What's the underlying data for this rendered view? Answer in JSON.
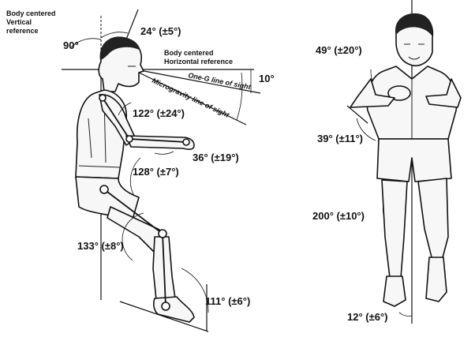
{
  "side_view": {
    "body_vertical_reference": [
      "Body centered",
      "Vertical",
      "reference"
    ],
    "body_horizontal_reference": [
      "Body centered",
      "Horizontal reference"
    ],
    "one_g_line_of_sight": "One-G line of sight",
    "microgravity_line_of_sight": "Microgravity line of sight",
    "angles": {
      "head_vertical": "90°",
      "neck_tilt": "24° (±5°)",
      "line_of_sight": "10°",
      "shoulder": "122° (±24°)",
      "elbow": "36° (±19°)",
      "hip": "128° (±7°)",
      "knee": "133° (±8°)",
      "ankle": "111° (±6°)"
    }
  },
  "front_view": {
    "angles": {
      "shoulder": "49° (±20°)",
      "arm": "39° (±11°)",
      "leg_spread": "200° (±10°)",
      "foot": "12° (±6°)"
    }
  }
}
